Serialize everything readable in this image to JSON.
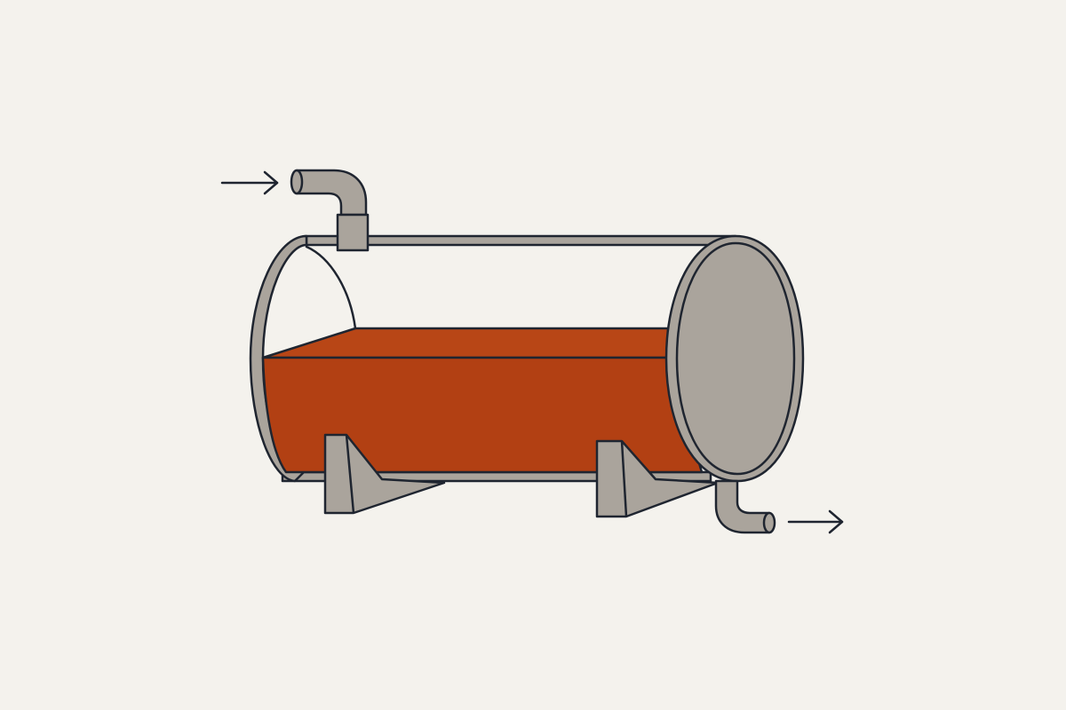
{
  "diagram": {
    "type": "horizontal-tank-schematic",
    "colors": {
      "background": "#f4f2ed",
      "outline": "#1f2530",
      "shell_gray": "#aaa49c",
      "liquid_front": "#b24013",
      "liquid_top": "#b84616"
    },
    "components": [
      "inlet-arrow",
      "inlet-pipe",
      "tank-shell",
      "liquid",
      "saddle-support-left",
      "saddle-support-right",
      "outlet-pipe",
      "outlet-arrow"
    ],
    "liquid_fill_fraction": 0.55
  }
}
